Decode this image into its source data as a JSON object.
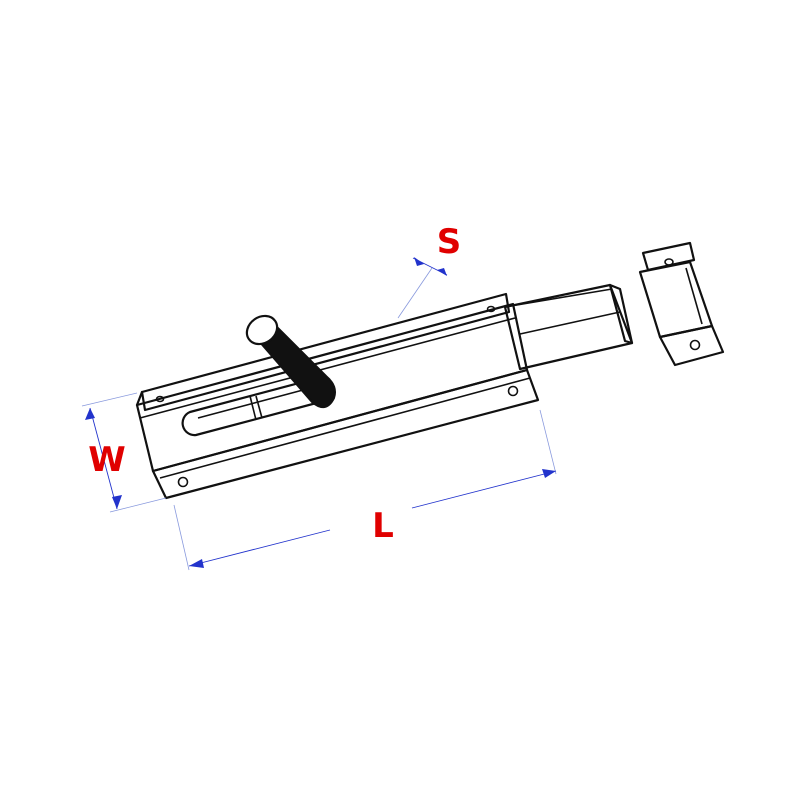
{
  "diagram": {
    "labels": {
      "width": "W",
      "length": "L",
      "thickness": "S"
    },
    "colors": {
      "outline": "#111111",
      "dimension_line": "#2233cc",
      "label": "#e00000",
      "handle": "#111111"
    }
  }
}
